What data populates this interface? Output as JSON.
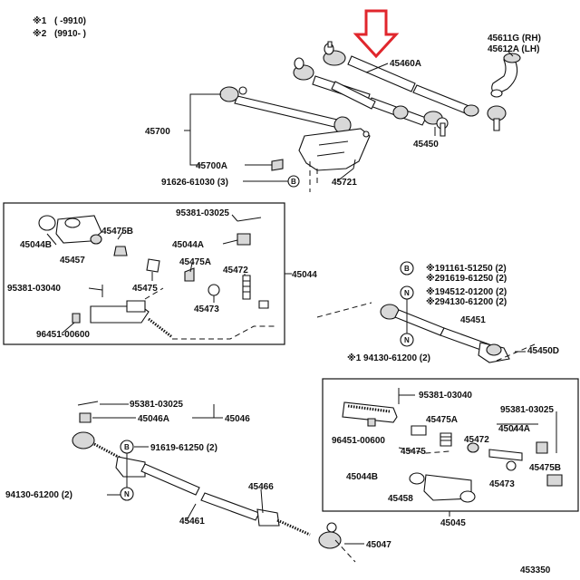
{
  "notes": {
    "note1_mark": "※1",
    "note1_range": "(        -9910)",
    "note2_mark": "※2",
    "note2_range": "(9910-        )"
  },
  "colors": {
    "arrow": "#e0262c",
    "ink": "#111111"
  },
  "labels": {
    "p45611G": "45611G (RH)",
    "p45612A": "45612A (LH)",
    "p45460A": "45460A",
    "p45700": "45700",
    "p45450": "45450",
    "p45700A": "45700A",
    "p45721": "45721",
    "p91626": "91626-61030 (3)",
    "p95381_03025_a": "95381-03025",
    "p45044B_a": "45044B",
    "p45475B_a": "45475B",
    "p45044A_a": "45044A",
    "p45457": "45457",
    "p45475A_a": "45475A",
    "p45472_a": "45472",
    "p45044": "45044",
    "p95381_03040_a": "95381-03040",
    "p45475_a": "45475",
    "p45473_a": "45473",
    "p96451_a": "96451-00600",
    "p191161": "※191161-51250 (2)",
    "p291619": "※291619-61250 (2)",
    "p194512": "※194512-01200 (2)",
    "p294130": "※294130-61200 (2)",
    "p45451": "45451",
    "p45450D": "45450D",
    "p94130_a": "※1 94130-61200 (2)",
    "p95381_03025_b": "95381-03025",
    "p45046A": "45046A",
    "p45046": "45046",
    "p91619": "91619-61250 (2)",
    "p94130_b": "94130-61200 (2)",
    "p45466": "45466",
    "p45461": "45461",
    "p45047": "45047",
    "p95381_03040_b": "95381-03040",
    "p95381_03025_c": "95381-03025",
    "p45475A_b": "45475A",
    "p45044A_b": "45044A",
    "p96451_b": "96451-00600",
    "p45472_b": "45472",
    "p45475_b": "45475",
    "p45475B_b": "45475B",
    "p45044B_b": "45044B",
    "p45473_b": "45473",
    "p45458": "45458",
    "p45045": "45045",
    "ref": "453350"
  },
  "symbols": {
    "B": "B",
    "N": "N"
  }
}
